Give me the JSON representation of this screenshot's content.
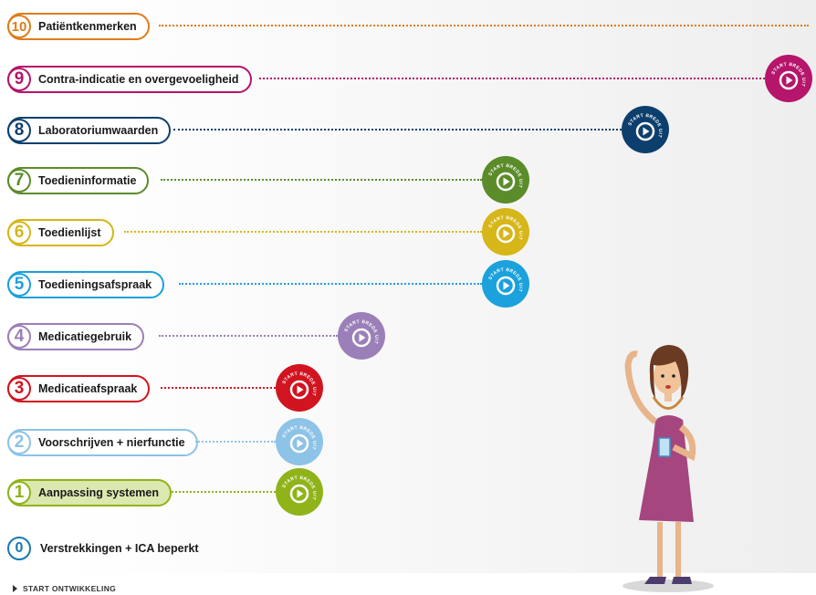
{
  "steps": [
    {
      "number": "10",
      "label": "Patiëntkenmerken",
      "color": "#e07b1a",
      "badge": false
    },
    {
      "number": "9",
      "label": "Contra-indicatie en overgevoeligheid",
      "color": "#b5156a",
      "badge": true
    },
    {
      "number": "8",
      "label": "Laboratoriumwaarden",
      "color": "#0d3f6e",
      "badge": true
    },
    {
      "number": "7",
      "label": "Toedieninformatie",
      "color": "#5b8c2a",
      "badge": true
    },
    {
      "number": "6",
      "label": "Toedienlijst",
      "color": "#d6b619",
      "badge": true
    },
    {
      "number": "5",
      "label": "Toedieningsafspraak",
      "color": "#1ba1dc",
      "badge": true
    },
    {
      "number": "4",
      "label": "Medicatiegebruik",
      "color": "#9b7fb8",
      "badge": true
    },
    {
      "number": "3",
      "label": "Medicatieafspraak",
      "color": "#d1141f",
      "badge": true
    },
    {
      "number": "2",
      "label": "Voorschrijven + nierfunctie",
      "color": "#8dc3e6",
      "badge": true
    },
    {
      "number": "1",
      "label": "Aanpassing systemen",
      "color": "#8fb319",
      "badge": true,
      "fill": "#dbe8b0"
    }
  ],
  "zero": {
    "number": "0",
    "label": "Verstrekkingen + ICA beperkt",
    "color": "#1678b5"
  },
  "badge_text": "START BREDE UITROL",
  "footer": {
    "label": "START ONTWIKKELING"
  }
}
